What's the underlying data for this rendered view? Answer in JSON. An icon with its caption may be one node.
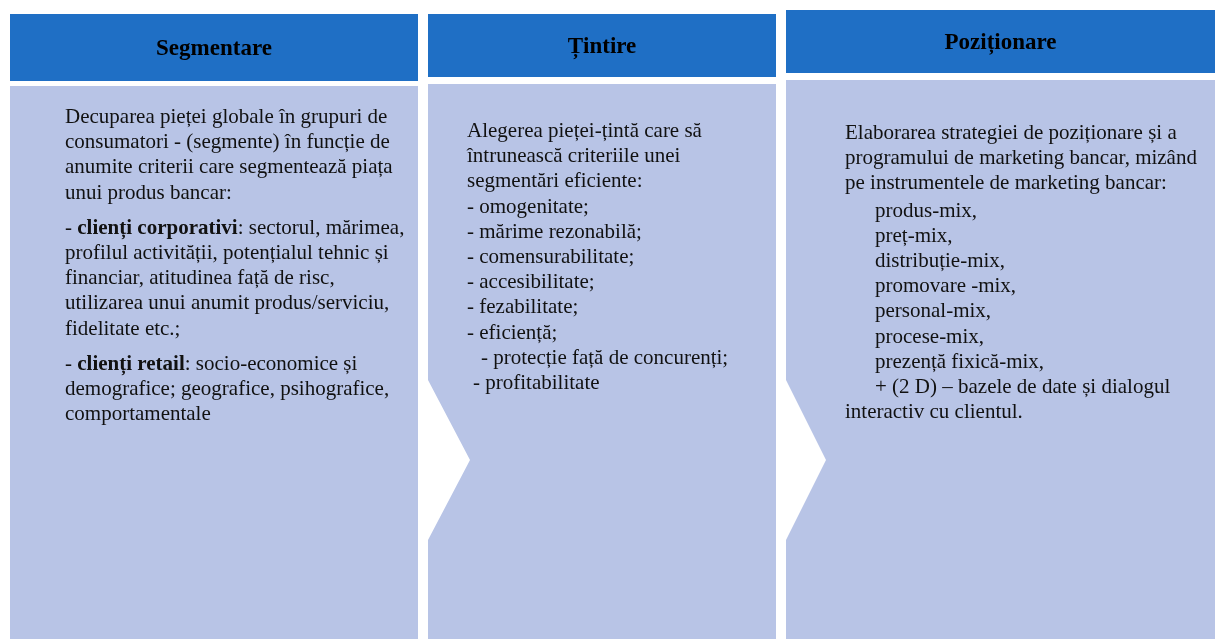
{
  "diagram": {
    "nodes": [
      {
        "text": [
          "Segmentare"
        ]
      },
      {
        "text": [
          "Decuparea pieței globale în grupuri de consumatori - (segmente) în funcție de anumite criterii care segmentează piața unui produs bancar:",
          "- **clienți corporativi**: sectorul, mărimea, profilul activității, potențialul tehnic și financiar, atitudinea față de risc, utilizarea unui anumit produs/serviciu, fidelitate etc.;",
          "- **clienți retail**: socio-economice și demografice; geografice, psihografice, comportamentale"
        ]
      },
      {
        "text": [
          "Țintire"
        ]
      },
      {
        "text": [
          "Alegerea pieței-țintă care să întrunească criteriile unei segmentări eficiente:",
          "- omogenitate;",
          "- mărime rezonabilă;",
          "- comensurabilitate;",
          "- accesibilitate;",
          "- fezabilitate;",
          "- eficiență;",
          "- protecție față de concurenți;",
          "- profitabilitate"
        ]
      },
      {
        "text": [
          "Poziționare"
        ]
      },
      {
        "text": [
          "Elaborarea strategiei de poziționare și a programului de marketing bancar, mizând pe instrumentele de marketing bancar:",
          "produs-mix,",
          "preț-mix,",
          "distribuție-mix,",
          "promovare -mix,",
          "personal-mix,",
          "procese-mix,",
          "prezență fixică-mix,",
          "+ (2 D) – bazele de date și dialogul interactiv cu clientul."
        ]
      }
    ]
  }
}
